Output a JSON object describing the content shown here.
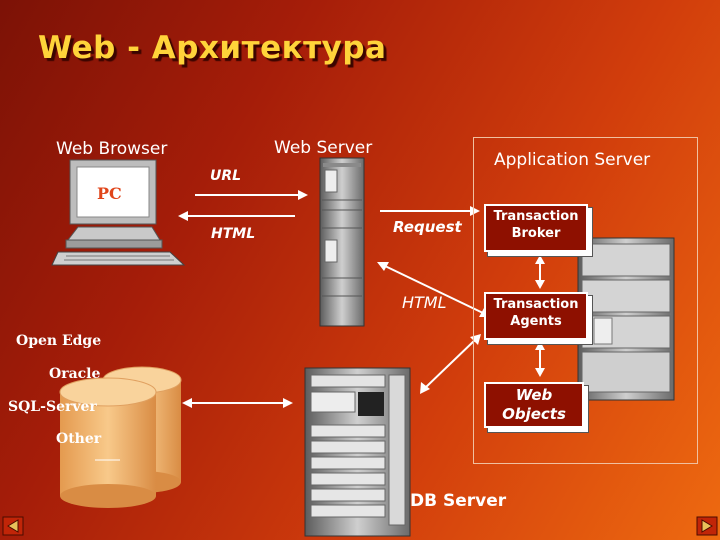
{
  "title": "Web - Архитектура",
  "labels": {
    "web_browser": "Web Browser",
    "web_server": "Web Server",
    "application_server": "Application Server",
    "db_server": "DB Server",
    "pc": "PC"
  },
  "arrows": {
    "url": "URL",
    "html_top": "HTML",
    "request": "Request",
    "html_mid": "HTML"
  },
  "app_boxes": {
    "transaction_broker": [
      "Transaction",
      "Broker"
    ],
    "transaction_agents": [
      "Transaction",
      "Agents"
    ],
    "web_objects": [
      "Web",
      "Objects"
    ]
  },
  "databases": [
    "Open Edge",
    "Oracle",
    "SQL-Server",
    "Other"
  ],
  "icons": {
    "prev": "triangle-left",
    "next": "triangle-right"
  },
  "colors": {
    "title": "#ffd43a",
    "box_fill": "#8e1000",
    "cylinder": "#f5bf72"
  }
}
